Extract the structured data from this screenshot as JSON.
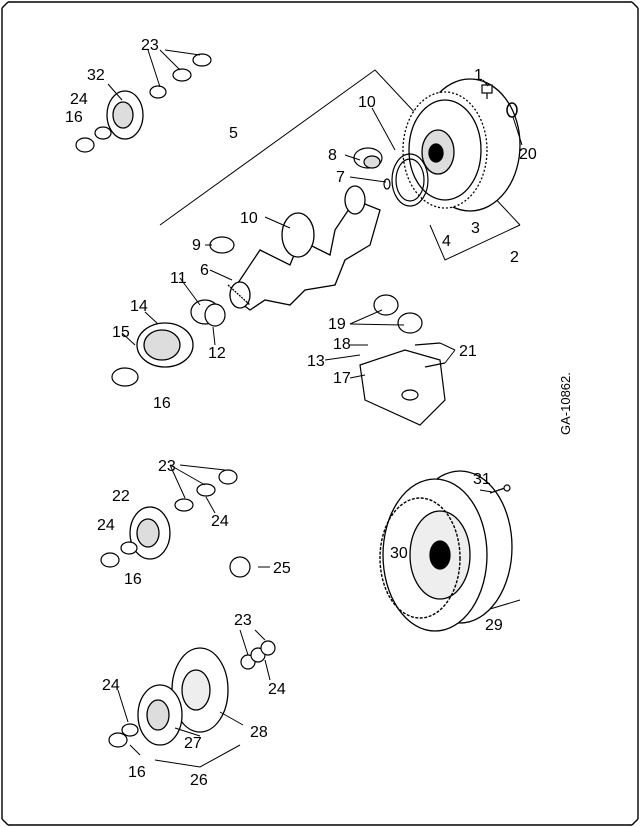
{
  "figure_code": "GA-10862.",
  "callouts": [
    "1",
    "2",
    "3",
    "4",
    "5",
    "6",
    "7",
    "8",
    "9",
    "10",
    "10",
    "11",
    "12",
    "13",
    "14",
    "15",
    "16",
    "16",
    "16",
    "16",
    "17",
    "18",
    "19",
    "20",
    "21",
    "22",
    "23",
    "23",
    "23",
    "24",
    "24",
    "24",
    "24",
    "24",
    "25",
    "26",
    "27",
    "28",
    "29",
    "30",
    "31",
    "32"
  ]
}
